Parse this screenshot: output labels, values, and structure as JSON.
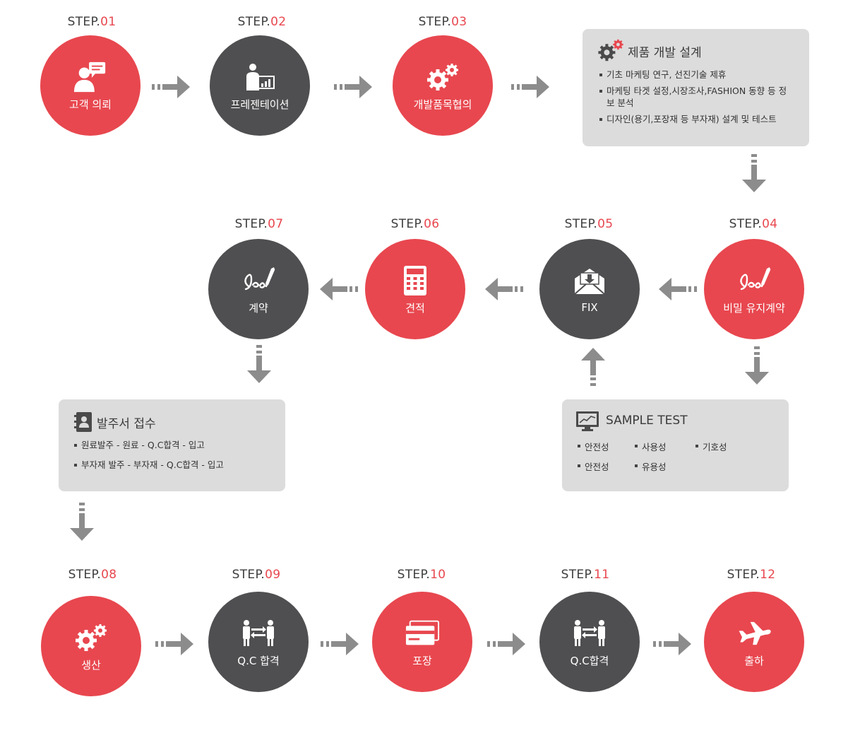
{
  "step_prefix": "STEP.",
  "steps": [
    {
      "num": "01",
      "label": "고객 의뢰"
    },
    {
      "num": "02",
      "label": "프레젠테이션"
    },
    {
      "num": "03",
      "label": "개발품목협의"
    },
    {
      "num": "04",
      "label": "비밀 유지계약"
    },
    {
      "num": "05",
      "label": "FIX"
    },
    {
      "num": "06",
      "label": "견적"
    },
    {
      "num": "07",
      "label": "계약"
    },
    {
      "num": "08",
      "label": "생산"
    },
    {
      "num": "09",
      "label": "Q.C 합격"
    },
    {
      "num": "10",
      "label": "포장"
    },
    {
      "num": "11",
      "label": "Q.C합격"
    },
    {
      "num": "12",
      "label": "출하"
    }
  ],
  "design_box": {
    "title": "제품 개발 설계",
    "items": [
      "기초 마케팅 연구, 선진기술 제휴",
      "마케팅 타겟 설정,시장조사,FASHION 동향 등 정보 분석",
      "디자인(용기,포장재 등 부자재) 설계 및 테스트"
    ]
  },
  "order_box": {
    "title": "발주서 접수",
    "items": [
      "원료발주 - 원료 - Q.C합격 - 입고",
      "부자재 발주 - 부자재 - Q.C합격 - 입고"
    ]
  },
  "sample_box": {
    "title": "SAMPLE TEST",
    "items": [
      "안전성",
      "사용성",
      "기호성",
      "안전성",
      "유용성"
    ]
  },
  "colors": {
    "accent_red": "#e8474f",
    "dark_circle": "#4f4f51",
    "arrow_gray": "#8c8c8c",
    "box_gray": "#dcdcdc"
  }
}
